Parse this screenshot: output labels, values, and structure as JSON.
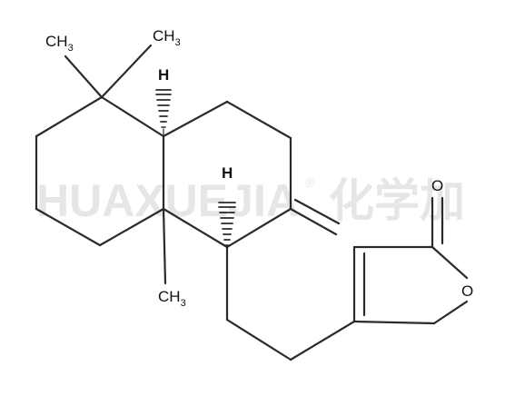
{
  "watermark": {
    "text": "HUAXUEJIA",
    "registered": "®",
    "cn": "化学加"
  },
  "atoms": {
    "methyl_top_left": {
      "main": "CH",
      "sub": "3"
    },
    "methyl_top_right": {
      "main": "CH",
      "sub": "3"
    },
    "methyl_bottom": {
      "main": "CH",
      "sub": "3"
    },
    "hydrogen_top": "H",
    "hydrogen_mid": "H",
    "carbonyl_oxygen": "O",
    "ring_oxygen": "O"
  },
  "colors": {
    "bond": "#2a2a2a",
    "text": "#111111",
    "watermark": "#e6e6e6"
  }
}
